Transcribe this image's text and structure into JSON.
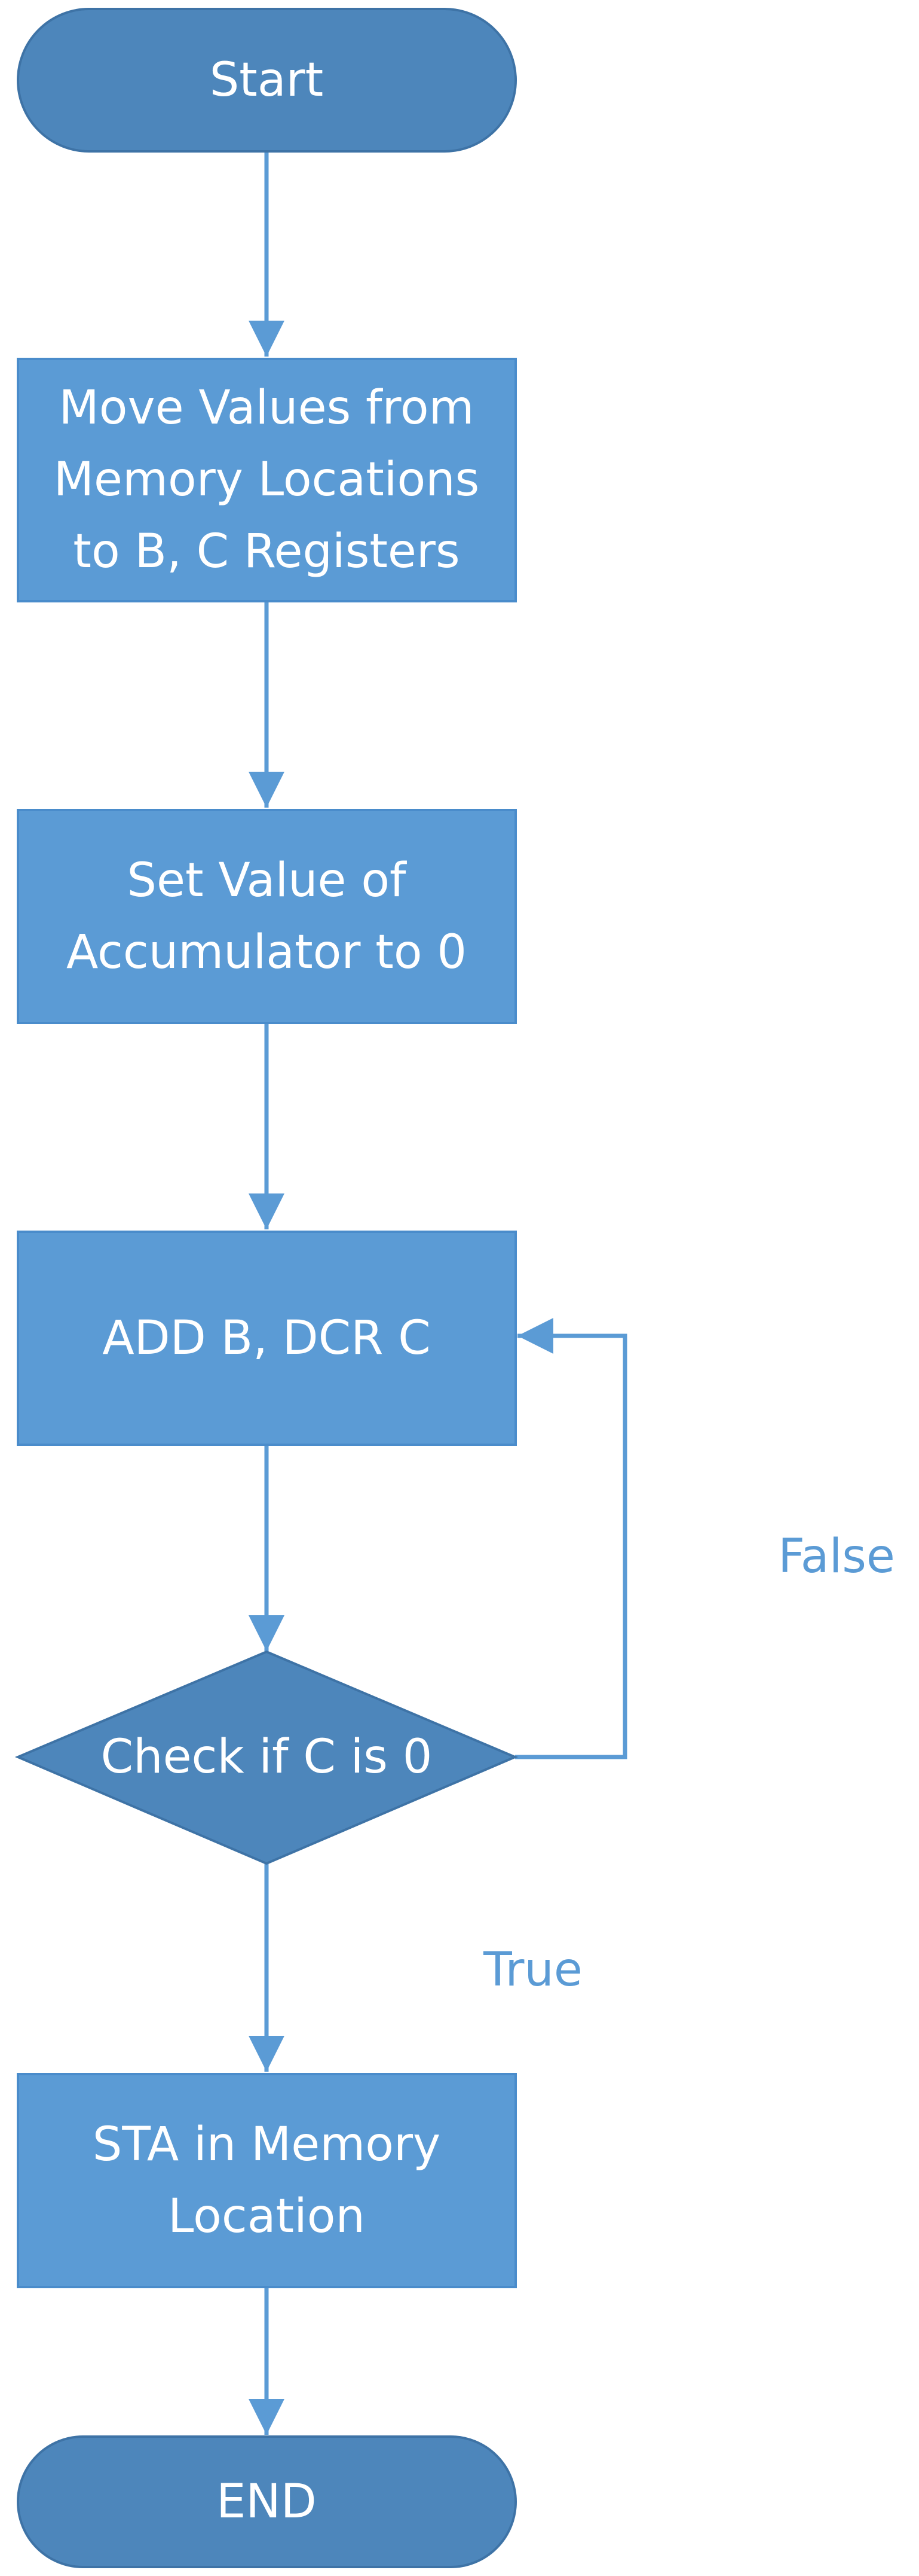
{
  "colors": {
    "terminal_fill": "#4d86bb",
    "terminal_stroke": "#3e73a6",
    "process_fill": "#5b9bd5",
    "process_stroke": "#4a8ccb",
    "decision_fill": "#4d86bb",
    "decision_stroke": "#3e73a6",
    "connector": "#5b9bd5",
    "label_text": "#5b9bd5",
    "node_text": "#ffffff"
  },
  "nodes": {
    "start": {
      "shape": "terminal",
      "lines": [
        "Start"
      ]
    },
    "move_values": {
      "shape": "process",
      "lines": [
        "Move Values from",
        "Memory Locations",
        "to B, C Registers"
      ]
    },
    "set_accumulator": {
      "shape": "process",
      "lines": [
        "Set Value of",
        "Accumulator to 0"
      ]
    },
    "add_dcr": {
      "shape": "process",
      "lines": [
        "ADD B, DCR C"
      ]
    },
    "check_c": {
      "shape": "decision",
      "lines": [
        "Check if C is 0"
      ]
    },
    "sta": {
      "shape": "process",
      "lines": [
        "STA in Memory",
        "Location"
      ]
    },
    "end": {
      "shape": "terminal",
      "lines": [
        "END"
      ]
    }
  },
  "edges": {
    "false_label": "False",
    "true_label": "True"
  }
}
